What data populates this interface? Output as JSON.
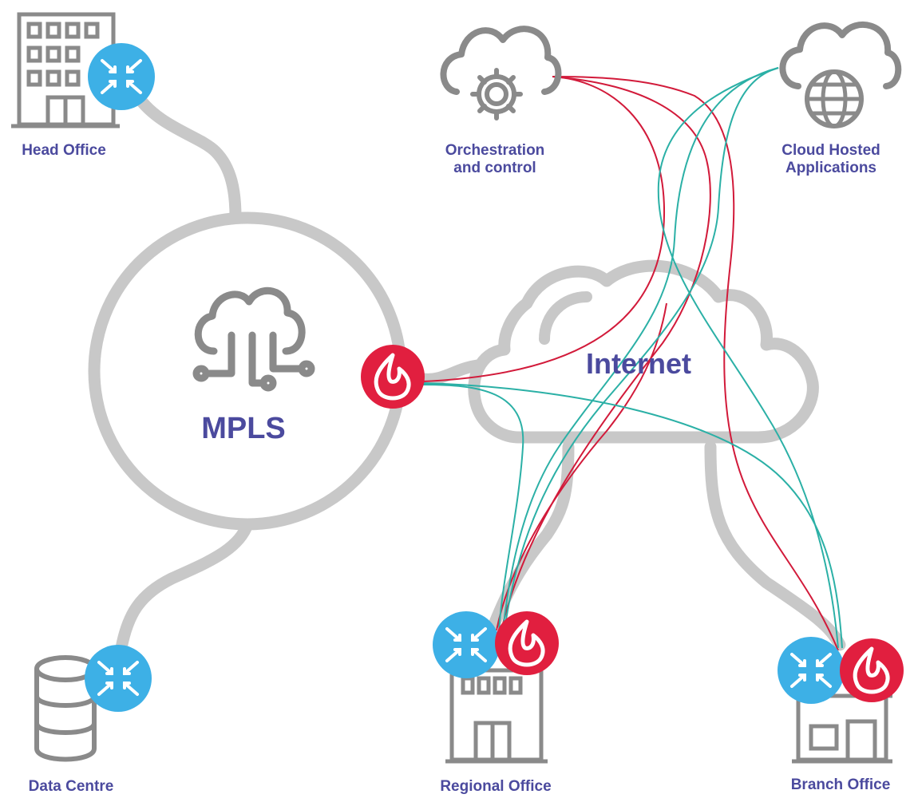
{
  "nodes": {
    "head_office": "Head Office",
    "data_centre": "Data Centre",
    "orchestration": "Orchestration\nand control",
    "cloud_apps": "Cloud Hosted\nApplications",
    "regional_office": "Regional Office",
    "branch_office": "Branch Office"
  },
  "networks": {
    "mpls": "MPLS",
    "internet": "Internet"
  },
  "icons": {
    "router": "router-icon",
    "firewall": "firewall-icon",
    "building": "building-icon",
    "database": "database-icon",
    "cloud_gear": "cloud-gear-icon",
    "cloud_globe": "cloud-globe-icon",
    "cloud_network": "cloud-network-icon",
    "store": "store-icon"
  },
  "colors": {
    "label": "#4b4a9e",
    "router": "#3db0e6",
    "firewall": "#e11f3f",
    "link_gray": "#c8c8c8",
    "icon_gray": "#8a8a8a",
    "red_tunnel": "#d21a3a",
    "teal_tunnel": "#2bb0a6"
  }
}
